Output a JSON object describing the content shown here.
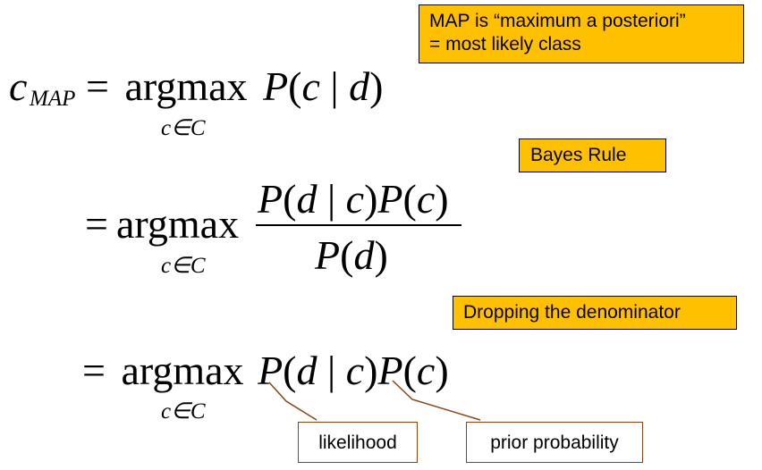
{
  "equations": {
    "row1": {
      "lhs_var": "c",
      "lhs_sub": "MAP",
      "op": "=",
      "argmax": "argmax",
      "under": "c∈C",
      "expr": [
        "P",
        "(",
        "c",
        " | ",
        "d",
        ")"
      ]
    },
    "row2": {
      "op": "=",
      "argmax": "argmax",
      "under": "c∈C",
      "numerator": [
        "P",
        "(",
        "d",
        " | ",
        "c",
        ")",
        "P",
        "(",
        "c",
        ")"
      ],
      "denominator": [
        "P",
        "(",
        "d",
        ")"
      ]
    },
    "row3": {
      "op": "=",
      "argmax": "argmax",
      "under": "c∈C",
      "expr": [
        "P",
        "(",
        "d",
        " | ",
        "c",
        ")",
        "P",
        "(",
        "c",
        ")"
      ]
    }
  },
  "callouts": {
    "map_line1": "MAP is “maximum a posteriori”",
    "map_line2": "= most likely class",
    "bayes": "Bayes Rule",
    "dropping": "Dropping the denominator"
  },
  "labels": {
    "likelihood": "likelihood",
    "prior": "prior probability"
  },
  "colors": {
    "callout_fill": "#ffc000",
    "label_border": "#8b4513",
    "leader_line": "#8b4513"
  }
}
